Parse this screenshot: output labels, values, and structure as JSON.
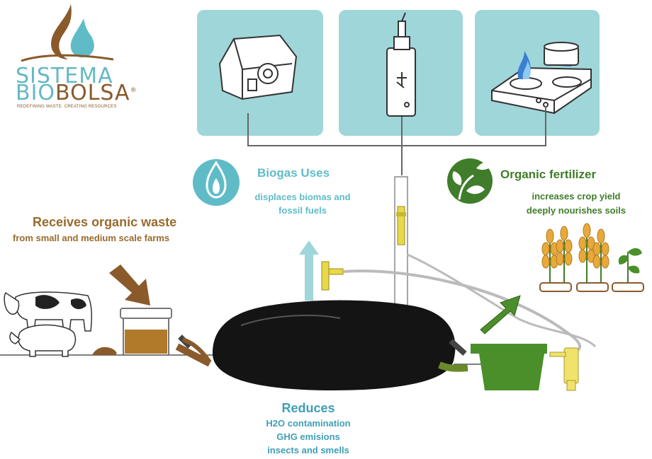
{
  "logo": {
    "line1": "SISTEMA",
    "line2_a": "BIO",
    "line2_b": "BOLSA",
    "registered": "®",
    "tagline": "REDEFINING WASTE. CREATING RESOURCES"
  },
  "waste": {
    "title": "Receives organic waste",
    "subtitle": "from small  and medium scale farms"
  },
  "biogas": {
    "title": "Biogas Uses",
    "line1": "displaces biomas and",
    "line2": "fossil fuels"
  },
  "fertilizer": {
    "title": "Organic fertilizer",
    "line1": "increases crop yield",
    "line2": "deeply nourishes soils"
  },
  "reduces": {
    "title": "Reduces",
    "items": [
      "H2O contamination",
      "GHG emisions",
      "insects  and smells"
    ]
  },
  "colors": {
    "teal_panel": "#9fd6d9",
    "teal_text": "#5fbcc7",
    "brown": "#9a6a2d",
    "green": "#3f7d2a",
    "blue_text": "#3f9fb6",
    "bag": "#141414"
  }
}
